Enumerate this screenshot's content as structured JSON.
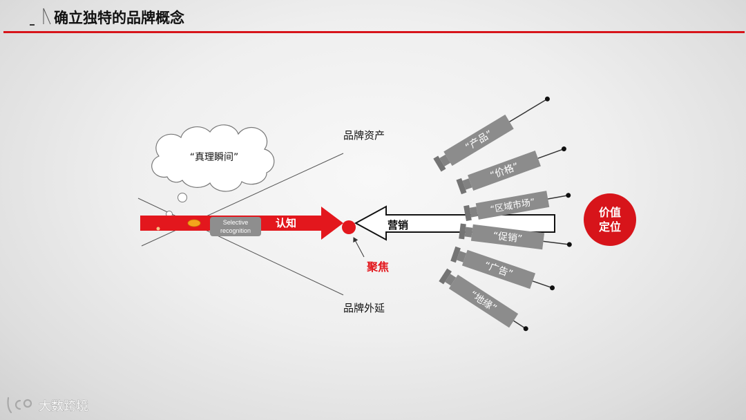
{
  "slide": {
    "title": "确立独特的品牌概念"
  },
  "diagram": {
    "cloud_text": "“真理瞬间”",
    "brand_asset_label": "品牌资产",
    "brand_extension_label": "品牌外延",
    "cognition_arrow_label": "认知",
    "selective_recognition": [
      "Selective",
      "recognition"
    ],
    "focus_label": "聚焦",
    "marketing_arrow_label": "营销",
    "syringes": [
      {
        "label": "“产品”"
      },
      {
        "label": "“价格”"
      },
      {
        "label": "“区域市场”"
      },
      {
        "label": "“促销”"
      },
      {
        "label": "“广告”"
      },
      {
        "label": "“地缘”"
      }
    ],
    "value_positioning": [
      "价值",
      "定位"
    ]
  },
  "footer": {
    "brand_name": "大数跨境",
    "logo_icon": "brand-logo-icon"
  },
  "colors": {
    "accent_red": "#d7141a",
    "syringe_gray": "#8c8c8c",
    "label_gray": "#8e8e8e",
    "focus_orange": "#f4a51c"
  }
}
